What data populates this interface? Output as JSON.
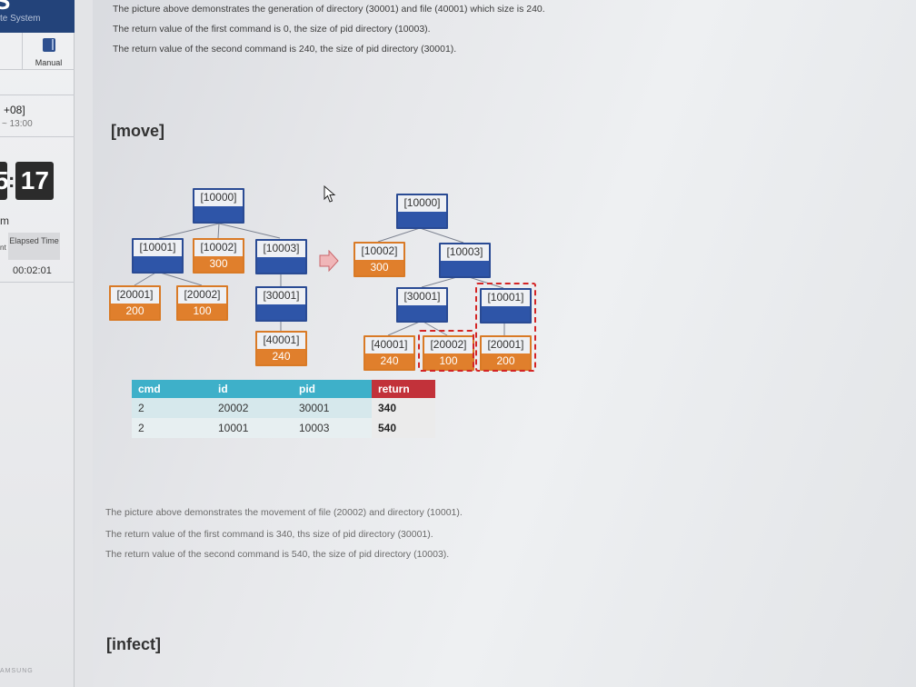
{
  "sidebar": {
    "header_logo": "S",
    "header_sub": "te System",
    "manual_label": "Manual",
    "timezone": "+08]",
    "time_range": "~ 13:00",
    "clock_left": "5",
    "clock_right": "17",
    "m_label": "m",
    "tiny_label": "nt",
    "elapsed_label": "Elapsed Time",
    "elapsed_value": "00:02:01",
    "brand": "AMSUNG"
  },
  "intro_lines": [
    "The picture above demonstrates the generation of directory (30001) and file (40001) which size is 240.",
    "The return value of the first command is 0, the size of pid directory (10003).",
    "The return value of the second command is 240, the size of pid directory (30001)."
  ],
  "move_title": "[move]",
  "tree_before": [
    {
      "label": "[10000]",
      "value": "",
      "kind": "dir"
    },
    {
      "label": "[10001]",
      "value": "",
      "kind": "dir"
    },
    {
      "label": "[10002]",
      "value": "300",
      "kind": "file"
    },
    {
      "label": "[10003]",
      "value": "",
      "kind": "dir"
    },
    {
      "label": "[20001]",
      "value": "200",
      "kind": "file"
    },
    {
      "label": "[20002]",
      "value": "100",
      "kind": "file"
    },
    {
      "label": "[30001]",
      "value": "",
      "kind": "dir"
    },
    {
      "label": "[40001]",
      "value": "240",
      "kind": "file"
    }
  ],
  "tree_after": [
    {
      "label": "[10000]",
      "value": "",
      "kind": "dir"
    },
    {
      "label": "[10002]",
      "value": "300",
      "kind": "file"
    },
    {
      "label": "[10003]",
      "value": "",
      "kind": "dir"
    },
    {
      "label": "[30001]",
      "value": "",
      "kind": "dir"
    },
    {
      "label": "[10001]",
      "value": "",
      "kind": "dir"
    },
    {
      "label": "[40001]",
      "value": "240",
      "kind": "file"
    },
    {
      "label": "[20002]",
      "value": "100",
      "kind": "file"
    },
    {
      "label": "[20001]",
      "value": "200",
      "kind": "file"
    }
  ],
  "table": {
    "headers": [
      "cmd",
      "id",
      "pid",
      "return"
    ],
    "rows": [
      [
        "2",
        "20002",
        "30001",
        "340"
      ],
      [
        "2",
        "10001",
        "10003",
        "540"
      ]
    ]
  },
  "colors": {
    "dir_border": "#2a4b94",
    "dir_fill": "#2e55a8",
    "file_border": "#d97a26",
    "file_fill": "#e07f2c",
    "highlight_dash": "#d42525",
    "table_header": "#3eb0c9",
    "return_header": "#c2323a"
  },
  "move_lines": [
    "The picture above demonstrates the movement of file (20002) and directory (10001).",
    "The return value of the first command is 340, ths size of pid directory (30001).",
    "The return value of the second command is 540, the size of pid directory (10003)."
  ],
  "infect_title": "[infect]",
  "icons": [
    "manual-book-icon",
    "right-arrow-icon",
    "mouse-cursor-icon"
  ]
}
